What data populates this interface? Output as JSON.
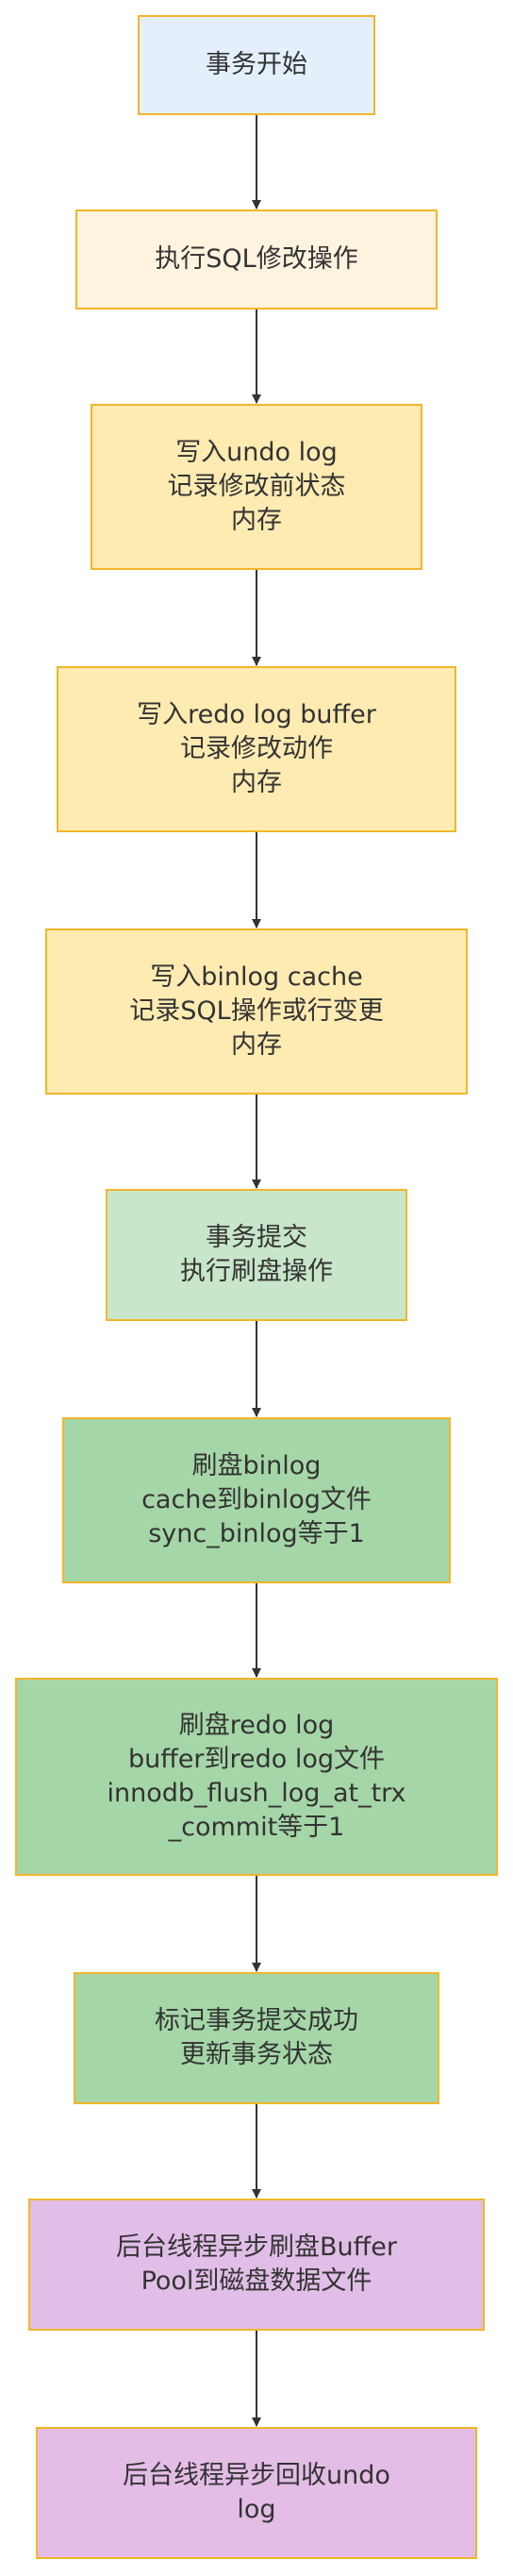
{
  "colors": {
    "border": "#f2b62a",
    "arrow": "#333333",
    "start": "#e3f0fc",
    "sql": "#fef3de",
    "log_write": "#feebb2",
    "commit": "#c8e6c9",
    "flush": "#a5d6a7",
    "background_task": "#e1bee7"
  },
  "nodes": [
    {
      "id": "start",
      "lines": [
        "事务开始"
      ]
    },
    {
      "id": "exec-sql",
      "lines": [
        "执行SQL修改操作"
      ]
    },
    {
      "id": "undo-log",
      "lines": [
        "写入undo log",
        "记录修改前状态",
        "内存"
      ]
    },
    {
      "id": "redo-buffer",
      "lines": [
        "写入redo log buffer",
        "记录修改动作",
        "内存"
      ]
    },
    {
      "id": "binlog-cache",
      "lines": [
        "写入binlog cache",
        "记录SQL操作或行变更",
        "内存"
      ]
    },
    {
      "id": "commit",
      "lines": [
        "事务提交",
        "执行刷盘操作"
      ]
    },
    {
      "id": "flush-binlog",
      "lines": [
        "刷盘binlog",
        "cache到binlog文件",
        "sync_binlog等于1"
      ]
    },
    {
      "id": "flush-redo",
      "lines": [
        "刷盘redo log",
        "buffer到redo log文件",
        "innodb_flush_log_at_trx",
        "_commit等于1"
      ]
    },
    {
      "id": "mark-success",
      "lines": [
        "标记事务提交成功",
        "更新事务状态"
      ]
    },
    {
      "id": "flush-buffer-pool",
      "lines": [
        "后台线程异步刷盘Buffer",
        "Pool到磁盘数据文件"
      ]
    },
    {
      "id": "purge-undo",
      "lines": [
        "后台线程异步回收undo",
        "log"
      ]
    }
  ]
}
